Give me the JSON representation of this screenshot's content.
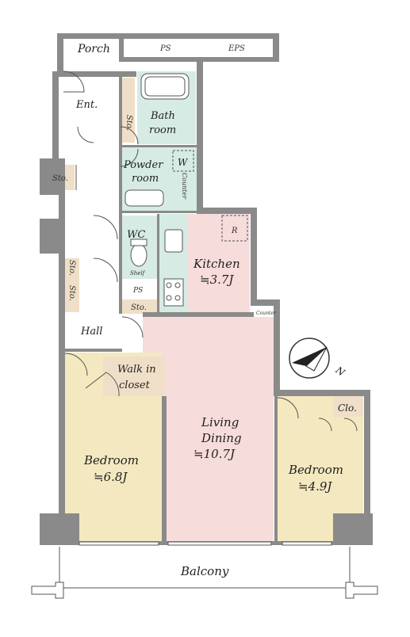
{
  "rooms": {
    "porch": "Porch",
    "ps_top": "PS",
    "eps": "EPS",
    "entrance": "Ent.",
    "sto_entrance": "Sto.",
    "bath": [
      "Bath",
      "room"
    ],
    "powder": [
      "Powder",
      "room"
    ],
    "washer": "W",
    "counter_powder": "Counter",
    "sto_left": "Sto.",
    "wc": "WC",
    "shelf": "Shelf",
    "ps_small": "PS",
    "sto_small": "Sto.",
    "sto_hall_1": "Sto.",
    "sto_hall_2": "Sto.",
    "hall": "Hall",
    "kitchen": [
      "Kitchen",
      "≒3.7J"
    ],
    "fridge": "R",
    "counter_kitchen": "Counter",
    "walk_in_closet": [
      "Walk in",
      "closet"
    ],
    "living_dining": [
      "Living",
      "Dining",
      "≒10.7J"
    ],
    "bedroom_left": [
      "Bedroom",
      "≒6.8J"
    ],
    "bedroom_right": [
      "Bedroom",
      "≒4.9J"
    ],
    "closet": "Clo.",
    "balcony": "Balcony",
    "north": "N"
  },
  "colors": {
    "wall": "#8a8a8a",
    "wet_area": "#d6ebe4",
    "kitchen_ldk": "#f7dcdc",
    "bedroom": "#f3e8bf",
    "storage": "#f0dfc8",
    "line": "#555555"
  }
}
